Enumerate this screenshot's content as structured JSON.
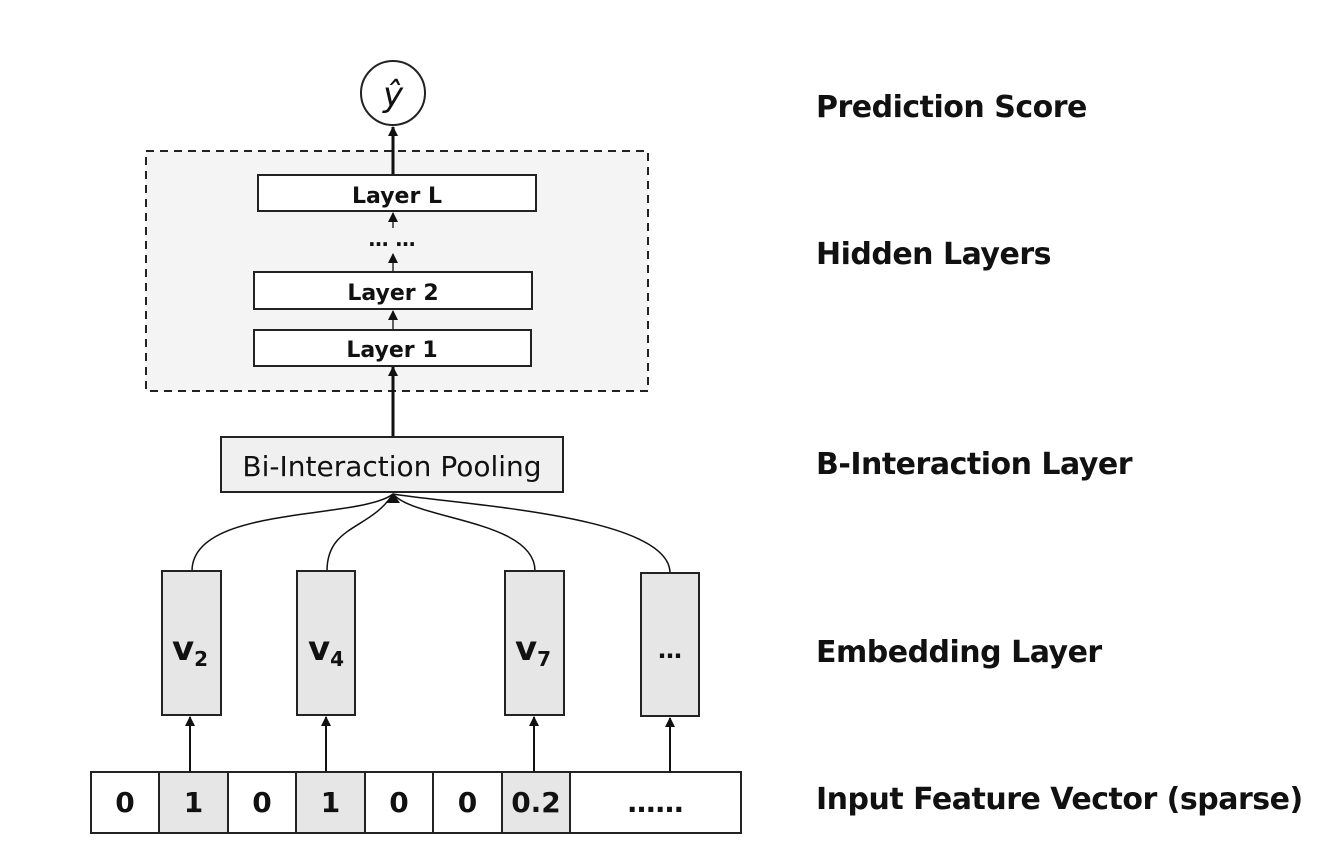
{
  "output": {
    "symbol": "ŷ"
  },
  "hidden": {
    "layers": [
      {
        "key": "top",
        "label": "Layer L"
      },
      {
        "key": "mid",
        "label": "Layer 2"
      },
      {
        "key": "bottom",
        "label": "Layer 1"
      }
    ],
    "ellipsis": "… …"
  },
  "pooling": {
    "label": "Bi-Interaction Pooling"
  },
  "embeddings": [
    {
      "base": "v",
      "sub": "2"
    },
    {
      "base": "v",
      "sub": "4"
    },
    {
      "base": "v",
      "sub": "7"
    },
    {
      "base": "…",
      "sub": ""
    }
  ],
  "input_vector": {
    "cells": [
      "0",
      "1",
      "0",
      "1",
      "0",
      "0",
      "0.2",
      "……"
    ],
    "highlighted": [
      false,
      true,
      false,
      true,
      false,
      false,
      true,
      false
    ]
  },
  "side_labels": [
    "Prediction Score",
    "Hidden Layers",
    "B-Interaction Layer",
    "Embedding Layer",
    "Input Feature Vector (sparse)"
  ],
  "colors": {
    "fill_gray": "#e6e6e6",
    "panel_gray": "#f4f4f4",
    "stroke": "#222222"
  }
}
